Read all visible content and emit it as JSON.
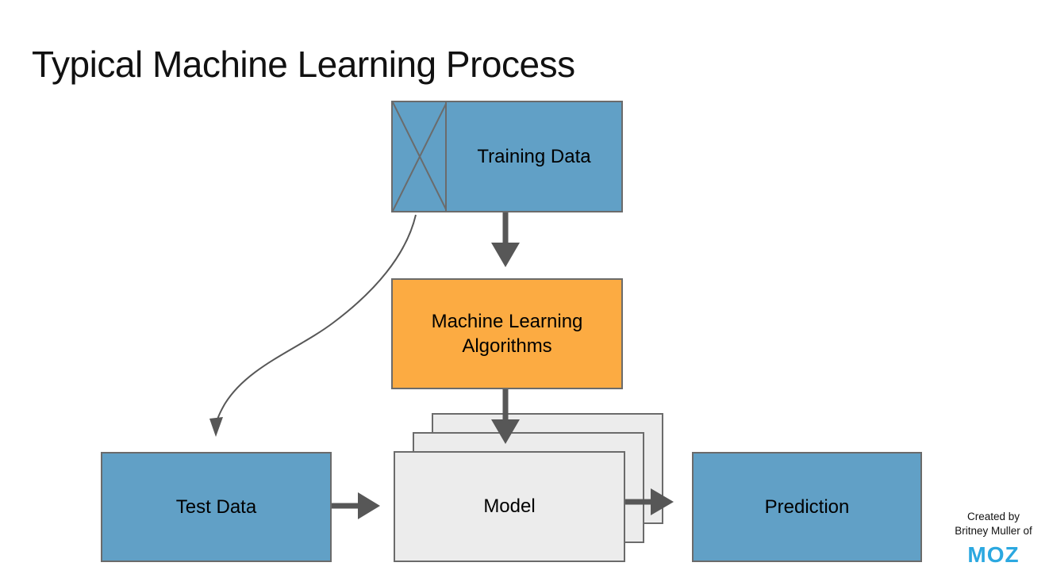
{
  "title": "Typical Machine Learning Process",
  "nodes": {
    "training_data": {
      "label": "Training Data"
    },
    "ml_algorithms": {
      "label": "Machine Learning Algorithms"
    },
    "model": {
      "label": "Model"
    },
    "test_data": {
      "label": "Test Data"
    },
    "prediction": {
      "label": "Prediction"
    }
  },
  "edges": [
    {
      "from": "Training Data",
      "to": "Machine Learning Algorithms",
      "style": "thick straight down"
    },
    {
      "from": "Machine Learning Algorithms",
      "to": "Model",
      "style": "thick straight down"
    },
    {
      "from": "Training Data",
      "to": "Test Data",
      "style": "thin curved"
    },
    {
      "from": "Test Data",
      "to": "Model",
      "style": "thick straight right"
    },
    {
      "from": "Model",
      "to": "Prediction",
      "style": "thick straight right"
    }
  ],
  "credit": {
    "line1": "Created by",
    "line2": "Britney Muller of",
    "logo_text": "MOZ"
  },
  "colors": {
    "blue_box": "#61a0c6",
    "orange_box": "#fcab42",
    "gray_box": "#ececec",
    "box_border": "#6b6b6b",
    "arrow_gray": "#575757",
    "title_text": "#111111",
    "moz_blue": "#2ba8e0",
    "background": "#ffffff"
  }
}
